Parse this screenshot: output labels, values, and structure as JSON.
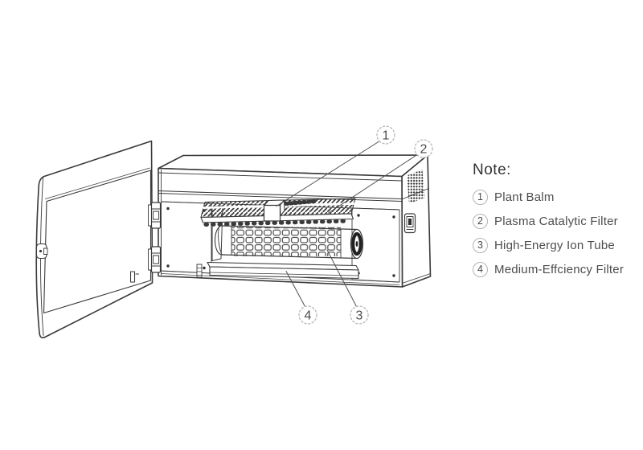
{
  "note": {
    "heading": "Note:",
    "items": [
      {
        "number": "1",
        "label": "Plant Balm"
      },
      {
        "number": "2",
        "label": "Plasma Catalytic Filter"
      },
      {
        "number": "3",
        "label": "High-Energy Ion Tube"
      },
      {
        "number": "4",
        "label": "Medium-Effciency Filter"
      }
    ]
  },
  "diagram": {
    "callouts": [
      {
        "number": "1"
      },
      {
        "number": "2"
      },
      {
        "number": "3"
      },
      {
        "number": "4"
      }
    ]
  },
  "colors": {
    "line": "#3a3a3a",
    "leader": "#4f4f4f",
    "callout_circle": "#b8b8b8",
    "callout_number": "#4a4a4a",
    "legend_text": "#4d4d4d",
    "heading_text": "#333333",
    "background": "#ffffff"
  }
}
